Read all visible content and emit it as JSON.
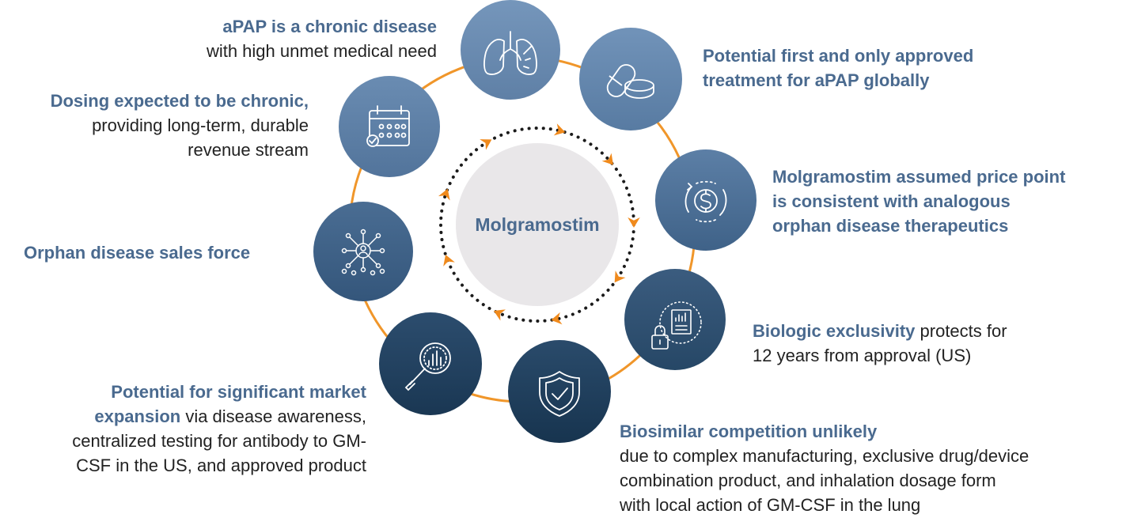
{
  "center_label": "Molgramostim",
  "colors": {
    "ring": "#f0962a",
    "arrow": "#f08a1c",
    "center_disk": "#e9e7e9",
    "node_light": "#6f90b6",
    "node_dark": "#1c3d5a",
    "highlight_text": "#4a6a8f"
  },
  "nodes": [
    {
      "icon": "lungs-icon"
    },
    {
      "icon": "pills-icon"
    },
    {
      "icon": "dollar-cycle-icon"
    },
    {
      "icon": "lock-report-icon"
    },
    {
      "icon": "shield-check-icon"
    },
    {
      "icon": "magnifier-chart-icon"
    },
    {
      "icon": "network-person-icon"
    },
    {
      "icon": "calendar-check-icon"
    }
  ],
  "labels": {
    "apap": {
      "line1": "aPAP is a chronic disease",
      "line2": "with high unmet medical need"
    },
    "first_approved": {
      "line1": "Potential first and only approved",
      "line2": "treatment for aPAP globally"
    },
    "price_point": {
      "line1": "Molgramostim assumed price point",
      "line2": "is consistent with analogous",
      "line3": "orphan disease therapeutics"
    },
    "exclusivity": {
      "highlight": "Biologic exclusivity",
      "rest": " protects for",
      "line2": "12 years from approval (US)"
    },
    "biosimilar": {
      "line1": "Biosimilar competition unlikely",
      "line2": "due to complex manufacturing, exclusive drug/device",
      "line3": "combination product, and inhalation dosage form",
      "line4": "with local action of GM-CSF in the lung"
    },
    "market": {
      "line1": "Potential for significant market",
      "highlight2": "expansion",
      "rest2": " via disease awareness,",
      "line3": "centralized testing for antibody to GM-",
      "line4": "CSF in the US, and approved product"
    },
    "sales_force": {
      "line1": "Orphan disease sales force"
    },
    "dosing": {
      "line1": "Dosing expected to be chronic,",
      "line2": "providing long-term, durable",
      "line3": "revenue stream"
    }
  }
}
